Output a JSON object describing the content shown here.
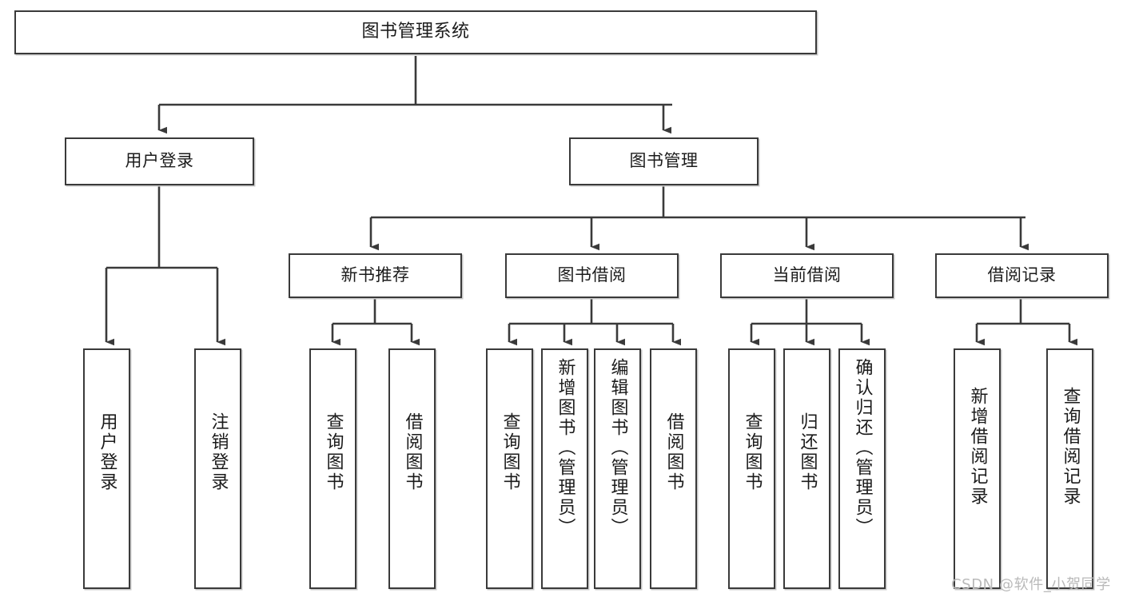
{
  "diagram": {
    "type": "tree-hierarchy",
    "title": "图书管理系统",
    "watermark": "CSDN @软件_小贺同学",
    "colors": {
      "box_border": "#3a3a3a",
      "box_fill": "#ffffff",
      "connector": "#3a3a3a",
      "text": "#1b1b1b",
      "watermark": "#b9b9b9"
    },
    "levels": {
      "root": {
        "label": "图书管理系统"
      },
      "level2": [
        {
          "id": "user-login",
          "label": "用户登录"
        },
        {
          "id": "book-management",
          "label": "图书管理"
        }
      ],
      "level3": [
        {
          "id": "new-book-recommend",
          "label": "新书推荐",
          "parent": "book-management"
        },
        {
          "id": "book-borrow",
          "label": "图书借阅",
          "parent": "book-management"
        },
        {
          "id": "current-borrow",
          "label": "当前借阅",
          "parent": "book-management"
        },
        {
          "id": "borrow-record",
          "label": "借阅记录",
          "parent": "book-management"
        }
      ],
      "leaves": [
        {
          "id": "leaf-user-login",
          "label": "用户登录",
          "parent": "user-login"
        },
        {
          "id": "leaf-logout-login",
          "label": "注销登录",
          "parent": "user-login"
        },
        {
          "id": "leaf-query-book-1",
          "label": "查询图书",
          "parent": "new-book-recommend"
        },
        {
          "id": "leaf-borrow-book-1",
          "label": "借阅图书",
          "parent": "new-book-recommend"
        },
        {
          "id": "leaf-query-book-2",
          "label": "查询图书",
          "parent": "book-borrow"
        },
        {
          "id": "leaf-add-book",
          "label": "新增图书（管理员）",
          "parent": "book-borrow"
        },
        {
          "id": "leaf-edit-book",
          "label": "编辑图书（管理员）",
          "parent": "book-borrow"
        },
        {
          "id": "leaf-borrow-book-2",
          "label": "借阅图书",
          "parent": "book-borrow"
        },
        {
          "id": "leaf-query-book-3",
          "label": "查询图书",
          "parent": "current-borrow"
        },
        {
          "id": "leaf-return-book",
          "label": "归还图书",
          "parent": "current-borrow"
        },
        {
          "id": "leaf-confirm-return",
          "label": "确认归还（管理员）",
          "parent": "current-borrow"
        },
        {
          "id": "leaf-add-record",
          "label": "新增借阅记录",
          "parent": "borrow-record"
        },
        {
          "id": "leaf-query-record",
          "label": "查询借阅记录",
          "parent": "borrow-record"
        }
      ]
    }
  }
}
